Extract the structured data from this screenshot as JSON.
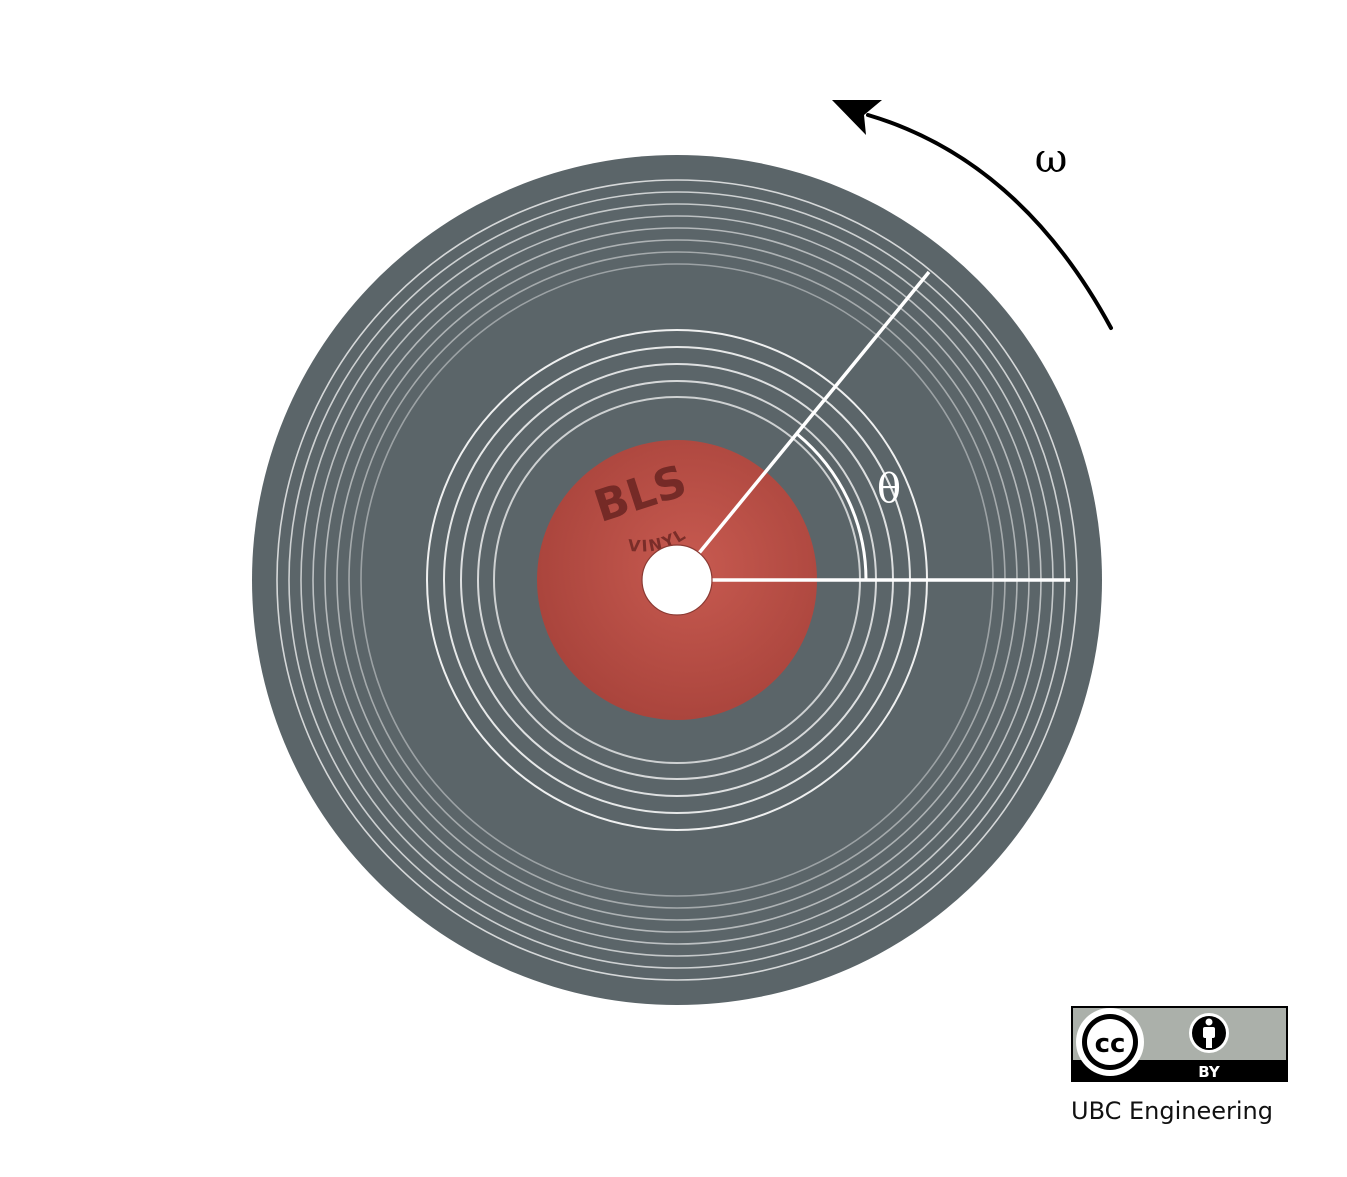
{
  "diagram": {
    "label": {
      "brand": "BLS",
      "sub": "VINYL"
    },
    "angular_velocity_symbol": "ω",
    "angle_symbol": "θ"
  },
  "colors": {
    "disc": "#5b6569",
    "groove": "#ffffff",
    "label": "#bb4d44",
    "label_text": "#6e2723",
    "arrow": "#000000",
    "radius_line": "#ffffff"
  },
  "icons": {
    "rotation": "curved-arrow-icon",
    "license": "cc-by-icon"
  },
  "license": {
    "badge_text": "BY",
    "cc_text": "cc"
  },
  "footer": {
    "credit": "UBC Engineering"
  }
}
